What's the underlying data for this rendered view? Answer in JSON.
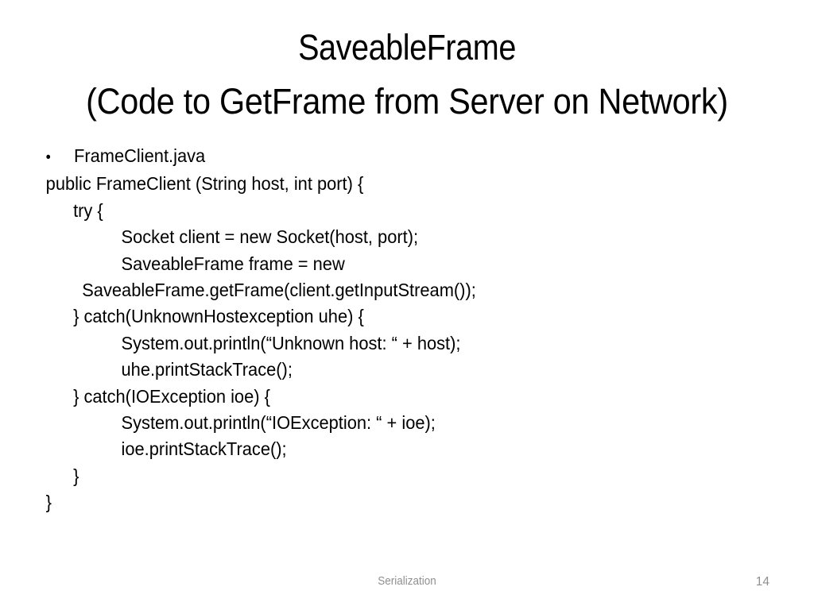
{
  "slide": {
    "title": "SaveableFrame",
    "subtitle": "(Code to GetFrame from Server on Network)",
    "bullet": {
      "marker": "•",
      "text": "FrameClient.java"
    },
    "code_lines": [
      {
        "indent": "ind-0",
        "text": "public FrameClient (String host, int port) {"
      },
      {
        "indent": "ind-1",
        "text": "try {"
      },
      {
        "indent": "ind-2",
        "text": "Socket client = new Socket(host, port);"
      },
      {
        "indent": "ind-2",
        "text": "SaveableFrame frame = new"
      },
      {
        "indent": "ind-wrap",
        "text": "SaveableFrame.getFrame(client.getInputStream());"
      },
      {
        "indent": "ind-1",
        "text": "} catch(UnknownHostexception uhe) {"
      },
      {
        "indent": "ind-2",
        "text": "System.out.println(“Unknown host: “ + host);"
      },
      {
        "indent": "ind-2",
        "text": "uhe.printStackTrace();"
      },
      {
        "indent": "ind-1",
        "text": "} catch(IOException ioe) {"
      },
      {
        "indent": "ind-2",
        "text": "System.out.println(“IOException: “ + ioe);"
      },
      {
        "indent": "ind-2",
        "text": "ioe.printStackTrace();"
      },
      {
        "indent": "ind-1",
        "text": "}"
      },
      {
        "indent": "ind-0",
        "text": "}"
      }
    ],
    "footer": {
      "label": "Serialization",
      "page_number": "14"
    }
  },
  "colors": {
    "background": "#ffffff",
    "text": "#000000",
    "footer_text": "#909090"
  }
}
